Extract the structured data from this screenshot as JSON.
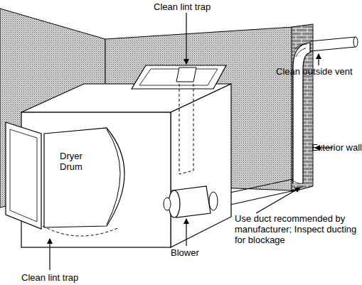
{
  "diagram": {
    "labels": [
      "Clean lint trap",
      "Clean outside vent",
      "Exterior wall",
      "Dryer Drum",
      "Use duct recommended by manufacturer; Inspect ducting for blockage",
      "Blower",
      "Clean lint trap"
    ]
  }
}
